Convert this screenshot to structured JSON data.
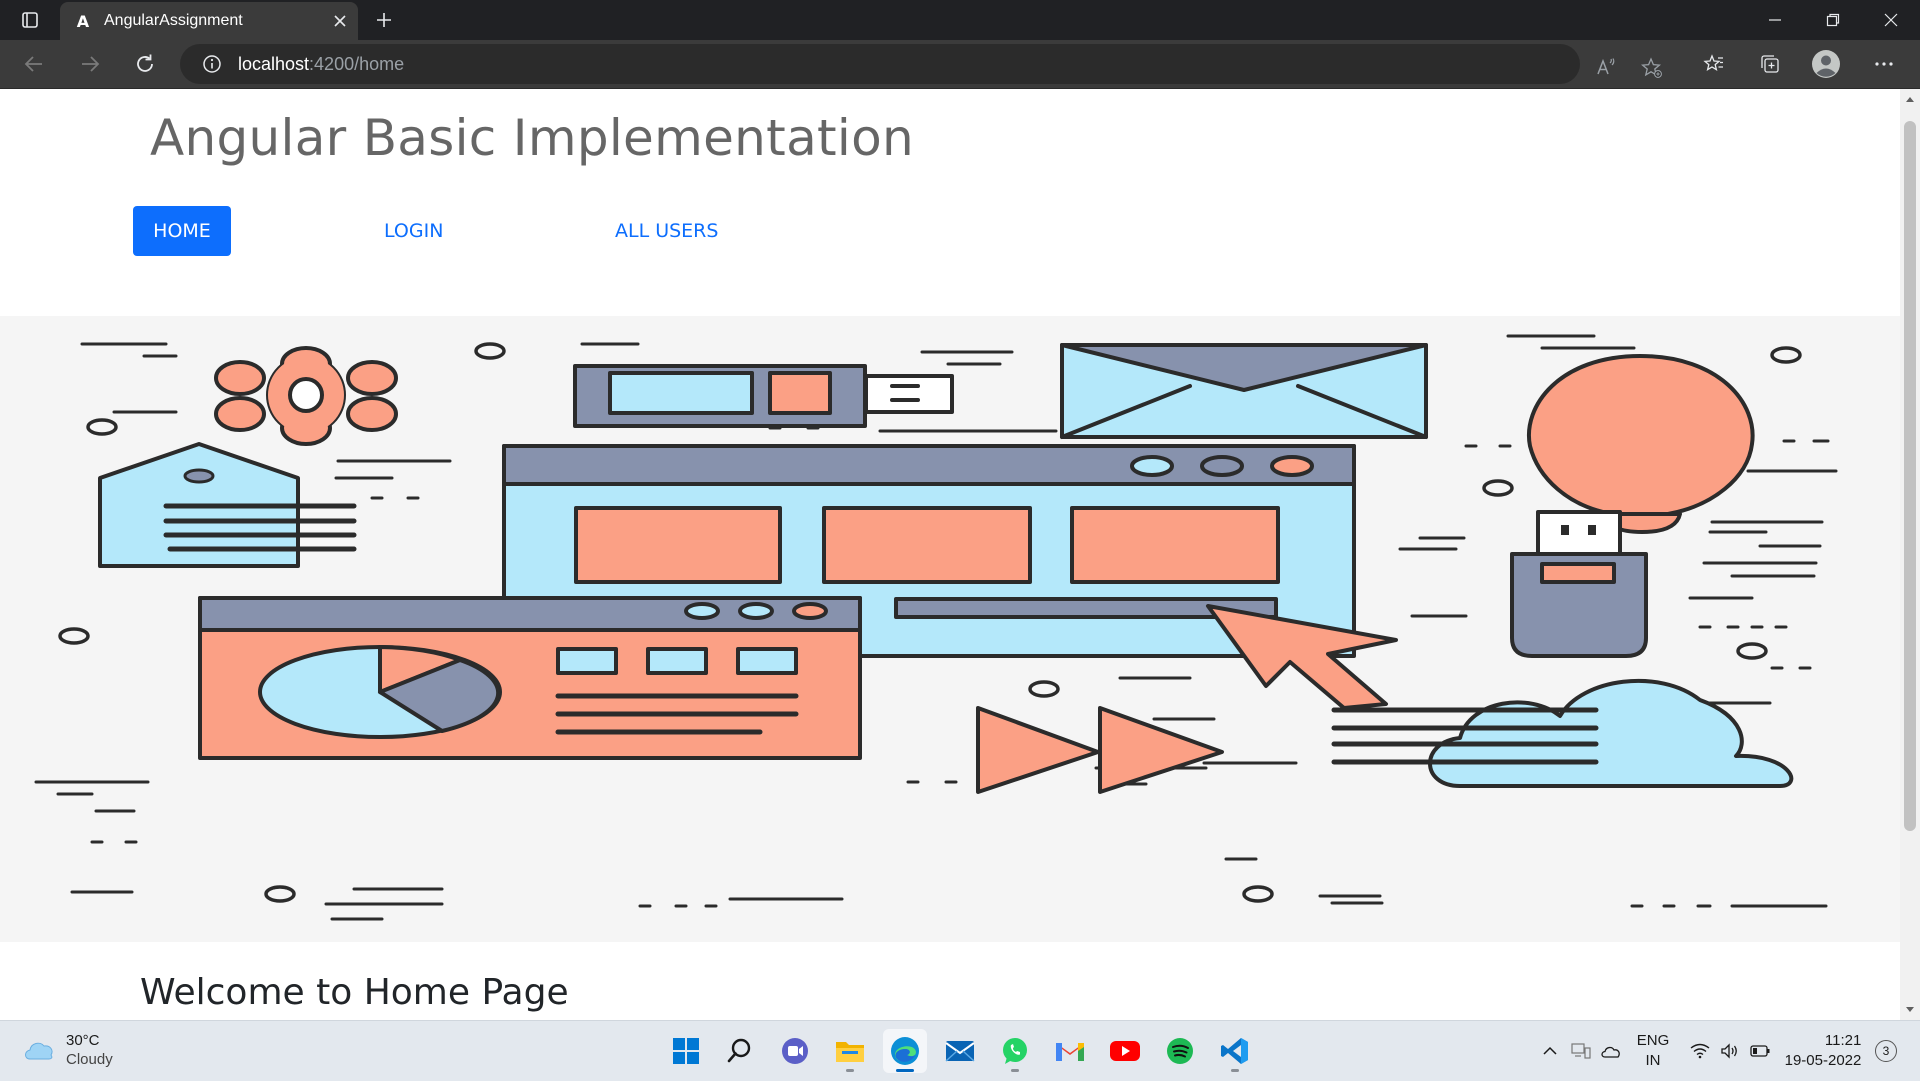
{
  "browser": {
    "tab": {
      "title": "AngularAssignment",
      "favicon": "A"
    },
    "url": {
      "host": "localhost",
      "path": ":4200/home"
    }
  },
  "page": {
    "title": "Angular Basic Implementation",
    "nav": {
      "home": "HOME",
      "login": "LOGIN",
      "all_users": "ALL USERS"
    },
    "welcome": "Welcome to Home Page",
    "colors": {
      "primary": "#0d6efd",
      "title": "#666666",
      "hero_bg": "#f5f5f5",
      "illustration_orange": "#fba085",
      "illustration_blue": "#b4e8fa",
      "illustration_slate": "#8792ad"
    }
  },
  "taskbar": {
    "weather": {
      "temp": "30°C",
      "condition": "Cloudy"
    },
    "apps": [
      "start-icon",
      "search-icon",
      "teams-chat-icon",
      "file-explorer-icon",
      "edge-icon",
      "mail-icon",
      "whatsapp-icon",
      "gmail-icon",
      "youtube-icon",
      "spotify-icon",
      "vscode-icon"
    ],
    "language": {
      "line1": "ENG",
      "line2": "IN"
    },
    "clock": {
      "time": "11:21",
      "date": "19-05-2022"
    },
    "notifications": "3"
  }
}
